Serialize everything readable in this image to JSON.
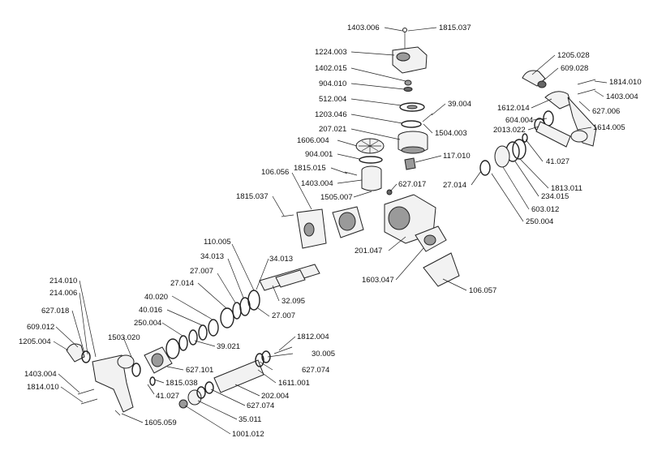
{
  "diagram": {
    "parts": [
      {
        "id": "p_1403_006_top",
        "label": "1403.006"
      },
      {
        "id": "p_1815_037_top",
        "label": "1815.037"
      },
      {
        "id": "p_1224_003",
        "label": "1224.003"
      },
      {
        "id": "p_1402_015",
        "label": "1402.015"
      },
      {
        "id": "p_904_010",
        "label": "904.010"
      },
      {
        "id": "p_512_004",
        "label": "512.004"
      },
      {
        "id": "p_1203_046",
        "label": "1203.046"
      },
      {
        "id": "p_207_021",
        "label": "207.021"
      },
      {
        "id": "p_1606_004",
        "label": "1606.004"
      },
      {
        "id": "p_904_001",
        "label": "904.001"
      },
      {
        "id": "p_1815_015",
        "label": "1815.015"
      },
      {
        "id": "p_1403_004_mid",
        "label": "1403.004"
      },
      {
        "id": "p_106_056",
        "label": "106.056"
      },
      {
        "id": "p_1815_037_mid",
        "label": "1815.037"
      },
      {
        "id": "p_39_004",
        "label": "39.004"
      },
      {
        "id": "p_1504_003",
        "label": "1504.003"
      },
      {
        "id": "p_117_010",
        "label": "117.010"
      },
      {
        "id": "p_627_017",
        "label": "627.017"
      },
      {
        "id": "p_1505_007",
        "label": "1505.007"
      },
      {
        "id": "p_201_047",
        "label": "201.047"
      },
      {
        "id": "p_1603_047",
        "label": "1603.047"
      },
      {
        "id": "p_106_057",
        "label": "106.057"
      },
      {
        "id": "p_1205_028",
        "label": "1205.028"
      },
      {
        "id": "p_609_028",
        "label": "609.028"
      },
      {
        "id": "p_1814_010_right",
        "label": "1814.010"
      },
      {
        "id": "p_1403_004_right",
        "label": "1403.004"
      },
      {
        "id": "p_627_006",
        "label": "627.006"
      },
      {
        "id": "p_1612_014",
        "label": "1612.014"
      },
      {
        "id": "p_604_004",
        "label": "604.004"
      },
      {
        "id": "p_2013_022",
        "label": "2013.022"
      },
      {
        "id": "p_1614_005",
        "label": "1614.005"
      },
      {
        "id": "p_41_027_right",
        "label": "41.027"
      },
      {
        "id": "p_1813_011",
        "label": "1813.011"
      },
      {
        "id": "p_27_014_right",
        "label": "27.014"
      },
      {
        "id": "p_234_015",
        "label": "234.015"
      },
      {
        "id": "p_603_012",
        "label": "603.012"
      },
      {
        "id": "p_250_004_right",
        "label": "250.004"
      },
      {
        "id": "p_110_005",
        "label": "110.005"
      },
      {
        "id": "p_34_013_a",
        "label": "34.013"
      },
      {
        "id": "p_34_013_b",
        "label": "34.013"
      },
      {
        "id": "p_27_007_a",
        "label": "27.007"
      },
      {
        "id": "p_27_014_left",
        "label": "27.014"
      },
      {
        "id": "p_40_020",
        "label": "40.020"
      },
      {
        "id": "p_40_016",
        "label": "40.016"
      },
      {
        "id": "p_250_004_left",
        "label": "250.004"
      },
      {
        "id": "p_32_095",
        "label": "32.095"
      },
      {
        "id": "p_27_007_b",
        "label": "27.007"
      },
      {
        "id": "p_39_021",
        "label": "39.021"
      },
      {
        "id": "p_214_010",
        "label": "214.010"
      },
      {
        "id": "p_214_006",
        "label": "214.006"
      },
      {
        "id": "p_627_018",
        "label": "627.018"
      },
      {
        "id": "p_609_012",
        "label": "609.012"
      },
      {
        "id": "p_1205_004",
        "label": "1205.004"
      },
      {
        "id": "p_1503_020",
        "label": "1503.020"
      },
      {
        "id": "p_627_101",
        "label": "627.101"
      },
      {
        "id": "p_1815_038",
        "label": "1815.038"
      },
      {
        "id": "p_1403_004_left",
        "label": "1403.004"
      },
      {
        "id": "p_1814_010_left",
        "label": "1814.010"
      },
      {
        "id": "p_41_027_left",
        "label": "41.027"
      },
      {
        "id": "p_1605_059",
        "label": "1605.059"
      },
      {
        "id": "p_1812_004",
        "label": "1812.004"
      },
      {
        "id": "p_30_005",
        "label": "30.005"
      },
      {
        "id": "p_627_074_a",
        "label": "627.074"
      },
      {
        "id": "p_1611_001",
        "label": "1611.001"
      },
      {
        "id": "p_202_004",
        "label": "202.004"
      },
      {
        "id": "p_627_074_b",
        "label": "627.074"
      },
      {
        "id": "p_35_011",
        "label": "35.011"
      },
      {
        "id": "p_1001_012",
        "label": "1001.012"
      }
    ]
  }
}
